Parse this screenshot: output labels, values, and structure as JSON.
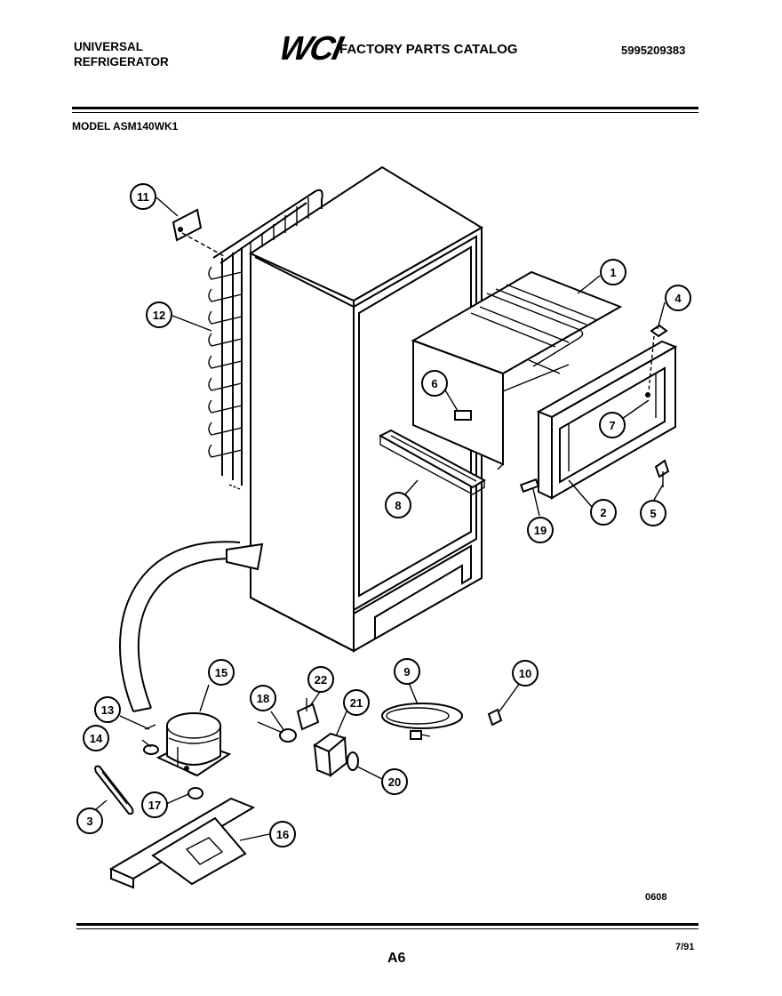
{
  "header": {
    "brand_line1": "UNIVERSAL",
    "brand_line2": "REFRIGERATOR",
    "logo_text": "WCI",
    "catalog_title": "FACTORY PARTS CATALOG",
    "catalog_number": "5995209383",
    "model_label": "MODEL ASM140WK1"
  },
  "footer": {
    "diagram_code": "0608",
    "page": "A6",
    "date": "7/91"
  },
  "callouts": [
    "1",
    "2",
    "3",
    "4",
    "5",
    "6",
    "7",
    "8",
    "9",
    "10",
    "11",
    "12",
    "13",
    "14",
    "15",
    "16",
    "17",
    "18",
    "19",
    "20",
    "21",
    "22"
  ]
}
